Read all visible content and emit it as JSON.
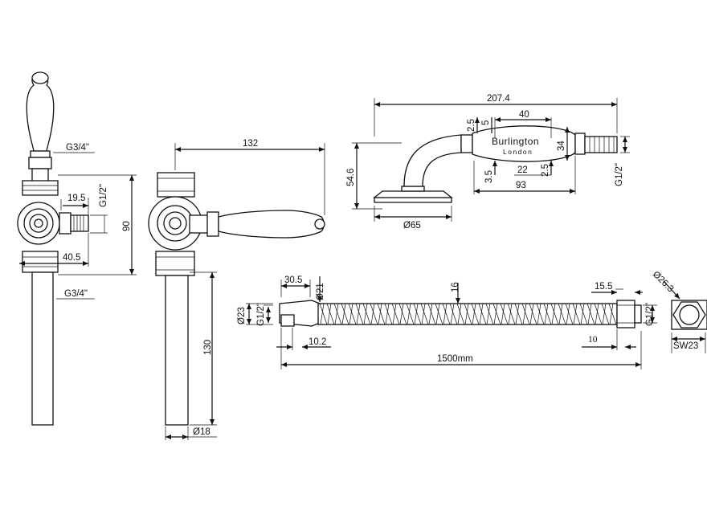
{
  "views": {
    "front": {
      "dims": {
        "top_thread": "G3/4\"",
        "side_thread": "G1/2\"",
        "dim_19_5": "19.5",
        "dim_40_5": "40.5",
        "bottom_thread": "G3/4\"",
        "height": "90"
      }
    },
    "side": {
      "dims": {
        "width": "132",
        "length": "130",
        "diameter": "Ø18"
      }
    },
    "handset": {
      "brand_name": "Burlington",
      "brand_city": "London",
      "dims": {
        "total_length": "207.4",
        "d_40": "40",
        "d_2_5_top": "2.5",
        "d_5": "5",
        "d_34": "34",
        "d_3_5": "3.5",
        "d_22": "22",
        "d_2_5_bottom": "2.5",
        "d_93": "93",
        "height": "54.6",
        "side_thread": "G1/2\"",
        "base_diameter": "Ø65"
      }
    },
    "hose": {
      "dims": {
        "d_30_5": "30.5",
        "d_21": "Ø21",
        "d_16": "16",
        "d_15_5": "15.5",
        "d_23": "Ø23",
        "left_thread": "G1/2\"",
        "right_thread": "G1/2\"",
        "d_10_2": "10.2",
        "d_10": "10",
        "length": "1500mm"
      }
    },
    "nut": {
      "dims": {
        "diameter": "Ø26.3",
        "spanner": "SW23"
      }
    }
  }
}
